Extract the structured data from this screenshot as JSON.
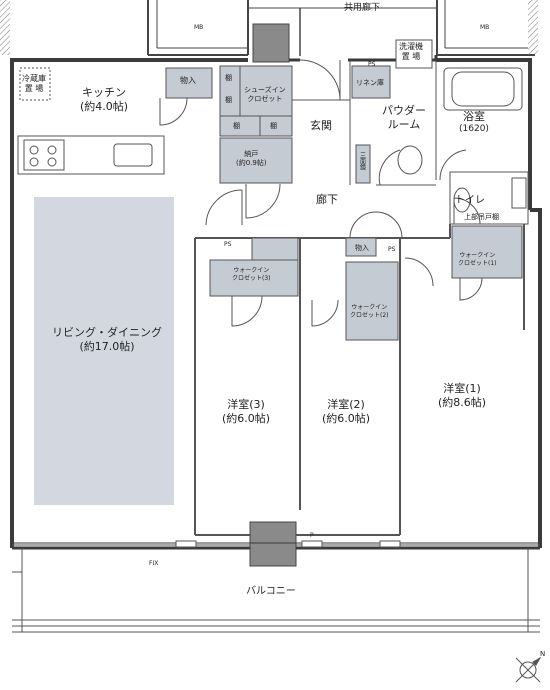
{
  "plan": {
    "corridor_common": "共用廊下",
    "mb_left": "MB",
    "mb_right": "MB",
    "ps_top": "PS",
    "laundry": [
      "洗濯機",
      "置 場"
    ],
    "fridge": [
      "冷蔵庫",
      "置 場"
    ],
    "kitchen": [
      "キッチン",
      "(約4.0帖)"
    ],
    "storage_k": "物入",
    "shelf": "棚",
    "shoe_closet": [
      "シューズイン",
      "クロゼット"
    ],
    "nando": [
      "納戸",
      "(約0.9帖)"
    ],
    "entrance": "玄関",
    "linen": "リネン庫",
    "powder": [
      "パウダー",
      "ルーム"
    ],
    "three_mirror": "三面鏡",
    "bath": [
      "浴室",
      "(1620)"
    ],
    "hallway": "廊下",
    "toilet": "トイレ",
    "upper_cabinet": "上部吊戸棚",
    "ps_mid_left": "PS",
    "ps_mid_right": "PS",
    "storage_mid": "物入",
    "wic1": [
      "ウォークイン",
      "クロゼット(1)"
    ],
    "wic2": [
      "ウォークイン",
      "クロゼット(2)"
    ],
    "wic3": [
      "ウォークイン",
      "クロゼット(3)"
    ],
    "living": [
      "リビング・ダイニング",
      "(約17.0帖)"
    ],
    "room3": [
      "洋室(3)",
      "(約6.0帖)"
    ],
    "room2": [
      "洋室(2)",
      "(約6.0帖)"
    ],
    "room1": [
      "洋室(1)",
      "(約8.6帖)"
    ],
    "fix": "FIX",
    "p_mark": "P",
    "balcony": "バルコニー",
    "compass": "N"
  },
  "colors": {
    "wall": "#3a3a3a",
    "storage_fill": "#c5cbd3",
    "living_fill": "#d3d8e0",
    "pillar": "#8a8a8a",
    "line": "#555555"
  }
}
